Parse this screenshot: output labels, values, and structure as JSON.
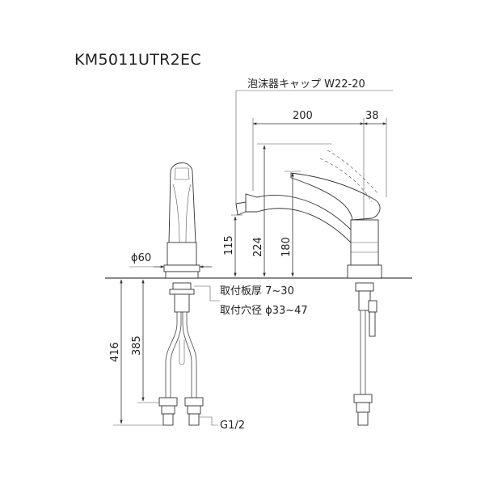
{
  "model_number": "KM5011UTR2EC",
  "labels": {
    "aerator_cap": "泡沫器キャップ W22-20",
    "mounting_plate_thickness": "取付板厚 7~30",
    "mounting_hole_diameter": "取付穴径 ϕ33~47",
    "connection_thread": "G1/2"
  },
  "dimensions": {
    "spout_reach": "200",
    "lever_offset": "38",
    "base_diameter": "ϕ60",
    "aerator_height": "115",
    "spout_height": "224",
    "body_height": "180",
    "hose_total_length": "416",
    "hose_length": "385"
  }
}
